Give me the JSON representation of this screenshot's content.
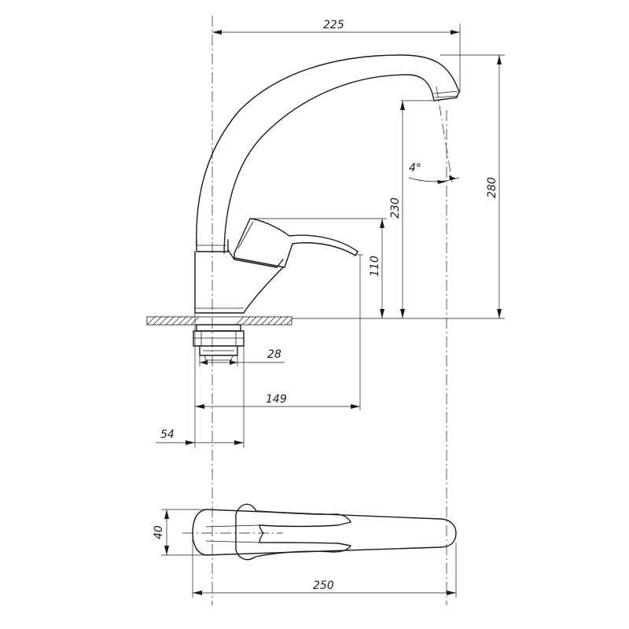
{
  "dimensions": {
    "width_top": "225",
    "angle": "4°",
    "height_total": "280",
    "height_spout": "230",
    "height_lever": "110",
    "thread": "28",
    "lever_reach": "149",
    "base": "54",
    "plan_width": "40",
    "plan_length": "250"
  }
}
